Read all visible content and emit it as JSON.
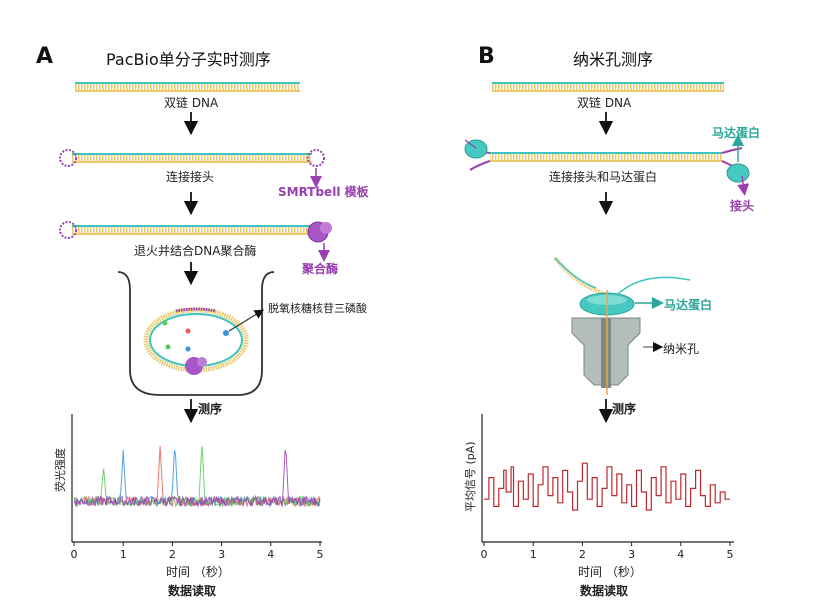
{
  "panel_a": {
    "letter": "A",
    "title": "PacBio单分子实时测序",
    "step1": "双链 DNA",
    "step2": "连接接头",
    "smrtbell": "SMRTbell 模板",
    "step3": "退火并结合DNA聚合酶",
    "polymerase": "聚合酶",
    "dntp": "脱氧核糖核苷三磷酸",
    "sequencing": "测序",
    "chart_ylabel": "荧光强度",
    "chart_xlabel": "时间 （秒）",
    "readout": "数据读取"
  },
  "panel_b": {
    "letter": "B",
    "title": "纳米孔测序",
    "step1": "双链 DNA",
    "step2": "连接接头和马达蛋白",
    "motor_top": "马达蛋白",
    "adapter": "接头",
    "motor_mid": "马达蛋白",
    "nanopore": "纳米孔",
    "sequencing": "测序",
    "chart_ylabel": "平均信号 (pA)",
    "chart_xlabel": "时间 （秒）",
    "readout": "数据读取"
  },
  "colors": {
    "teal": "#3ec4c0",
    "yellow": "#e9c96b",
    "purple": "#9a3fb0",
    "signal_red": "#c0282d",
    "pore_gray": "#b4bcbc"
  },
  "chart_data": [
    {
      "type": "line",
      "xlabel": "时间 （秒）",
      "ylabel": "荧光强度",
      "xlim": [
        0,
        5
      ],
      "xticks": [
        "0",
        "1",
        "2",
        "3",
        "4",
        "5"
      ],
      "series": [
        {
          "color": "#3a8fe0",
          "peaks": [
            [
              1.0,
              0.75
            ],
            [
              2.05,
              0.85
            ]
          ]
        },
        {
          "color": "#e85a5a",
          "peaks": [
            [
              1.75,
              0.8
            ]
          ]
        },
        {
          "color": "#5cc85c",
          "peaks": [
            [
              0.6,
              0.55
            ],
            [
              2.6,
              0.85
            ]
          ]
        },
        {
          "color": "#9a3fb0",
          "peaks": [
            [
              4.3,
              0.85
            ]
          ]
        }
      ]
    },
    {
      "type": "line",
      "xlabel": "时间 （秒）",
      "ylabel": "平均信号 (pA)",
      "xlim": [
        0,
        5
      ],
      "xticks": [
        "0",
        "1",
        "2",
        "3",
        "4",
        "5"
      ],
      "series": [
        {
          "color": "#c0282d",
          "values": [
            0.4,
            0.4,
            0.7,
            0.7,
            0.3,
            0.3,
            0.55,
            0.55,
            0.8,
            0.5,
            0.5,
            0.85,
            0.3,
            0.3,
            0.65,
            0.65,
            0.4,
            0.4,
            0.75,
            0.75,
            0.3,
            0.3,
            0.6,
            0.6,
            0.85,
            0.85,
            0.45,
            0.45,
            0.7,
            0.7,
            0.35,
            0.35,
            0.8,
            0.8,
            0.5,
            0.5,
            0.25,
            0.25,
            0.65,
            0.65,
            0.9,
            0.9,
            0.4,
            0.4,
            0.7,
            0.7,
            0.3,
            0.3,
            0.55,
            0.55,
            0.85,
            0.85,
            0.45,
            0.45,
            0.75,
            0.75,
            0.35,
            0.35,
            0.6,
            0.6,
            0.3,
            0.3,
            0.8,
            0.8,
            0.5,
            0.5,
            0.25,
            0.25,
            0.7,
            0.7,
            0.45,
            0.45,
            0.85,
            0.85,
            0.35,
            0.35,
            0.65,
            0.65,
            0.4,
            0.4,
            0.75,
            0.75,
            0.3,
            0.3,
            0.55,
            0.55,
            0.8,
            0.8,
            0.45,
            0.45,
            0.3,
            0.3,
            0.6,
            0.6,
            0.35,
            0.35,
            0.5,
            0.5,
            0.4,
            0.4
          ]
        }
      ]
    }
  ]
}
